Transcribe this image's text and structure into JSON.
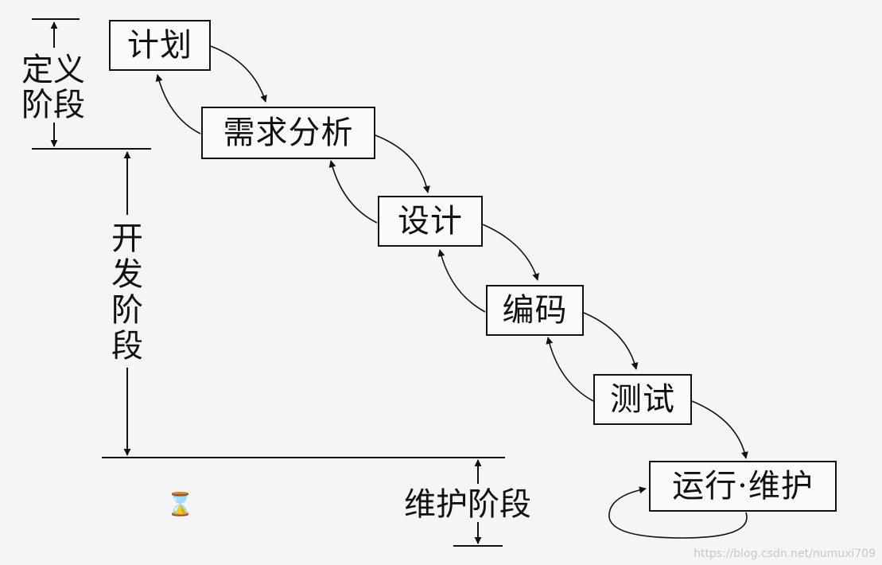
{
  "stages": [
    {
      "id": "plan",
      "label": "计划"
    },
    {
      "id": "requirements",
      "label": "需求分析"
    },
    {
      "id": "design",
      "label": "设计"
    },
    {
      "id": "coding",
      "label": "编码"
    },
    {
      "id": "testing",
      "label": "测试"
    },
    {
      "id": "operation",
      "label": "运行·维护"
    }
  ],
  "phases": {
    "definition": {
      "line1": "定义",
      "line2": "阶段"
    },
    "development": {
      "c1": "开",
      "c2": "发",
      "c3": "阶",
      "c4": "段"
    },
    "maintenance": {
      "label": "维护阶段"
    }
  },
  "watermark": "https://blog.csdn.net/numuxi709",
  "icons": {
    "cursor": "hourglass-icon"
  }
}
